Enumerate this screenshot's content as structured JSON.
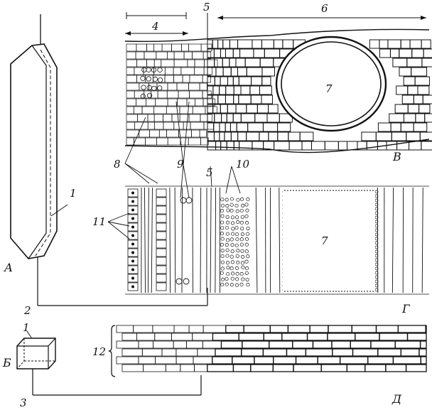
{
  "panels": {
    "A": "А",
    "B": "Б",
    "V": "В",
    "G": "Г",
    "D": "Д"
  },
  "labels": {
    "n1_top": "1",
    "n1_bottom": "1",
    "n2": "2",
    "n3": "3",
    "n4": "4",
    "n5_top": "5",
    "n5_mid": "5",
    "n6": "6",
    "n7_top": "7",
    "n7_mid": "7",
    "n8": "8",
    "n9": "9",
    "n10": "10",
    "n11": "11",
    "n12": "12"
  }
}
